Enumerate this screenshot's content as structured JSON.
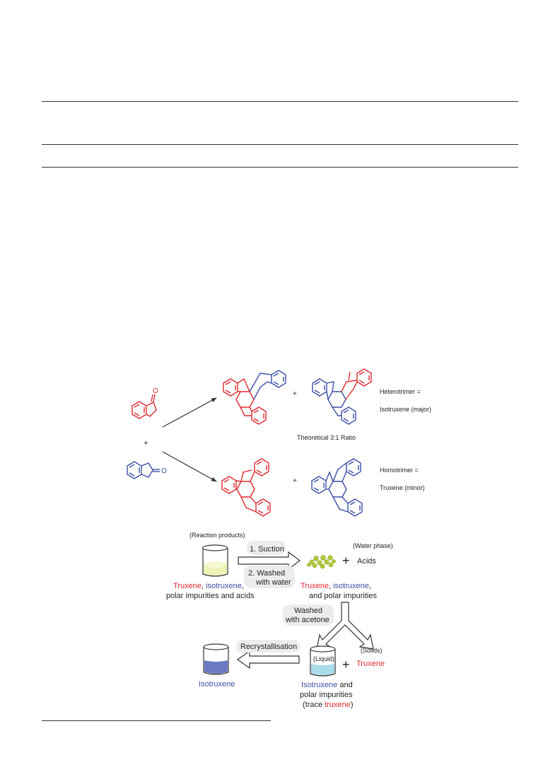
{
  "scheme": {
    "reactant_plus": "+",
    "product_plus_top": "+",
    "product_plus_bottom": "+",
    "heterotrimer_line1": "Heterotrimer =",
    "heterotrimer_line2": "Isotruxene (major)",
    "ratio": "Theoretical 3:1 Ratio",
    "homotrimer_line1": "Homotrimer =",
    "homotrimer_line2": "Truxene (minor)",
    "carbonyl_label_top": "O",
    "carbonyl_label_bottom": "O"
  },
  "workflow": {
    "reaction_products": "(Reaction products)",
    "step1": "1. Suction",
    "step2_line1": "2. Washed",
    "step2_line2": "with water",
    "water_phase": "(Water phase)",
    "plus1": "+",
    "acids": "Acids",
    "beaker1_line1": [
      "Truxene",
      ", ",
      "isotruxene",
      ","
    ],
    "beaker1_line2": "polar impurities and acids",
    "solid_line1": [
      "Truxene",
      ", ",
      "isotruxene",
      ","
    ],
    "solid_line2": "and polar impurities",
    "washed_acetone_line1": "Washed",
    "washed_acetone_line2": "with acetone",
    "solids": "(Solids)",
    "plus2": "+",
    "truxene": "Truxene",
    "liquid": "(Liquid)",
    "recrystallisation": "Recrystallisation",
    "isotruxene_final": "Isotruxene",
    "liquid_line1": [
      "Isotruxene",
      " and"
    ],
    "liquid_line2": "polar impurities",
    "liquid_line3": [
      "(trace ",
      "truxene",
      ")"
    ]
  },
  "colors": {
    "red": "#e0282e",
    "blue": "#3a4fa6",
    "text": "#1a1a1a"
  }
}
